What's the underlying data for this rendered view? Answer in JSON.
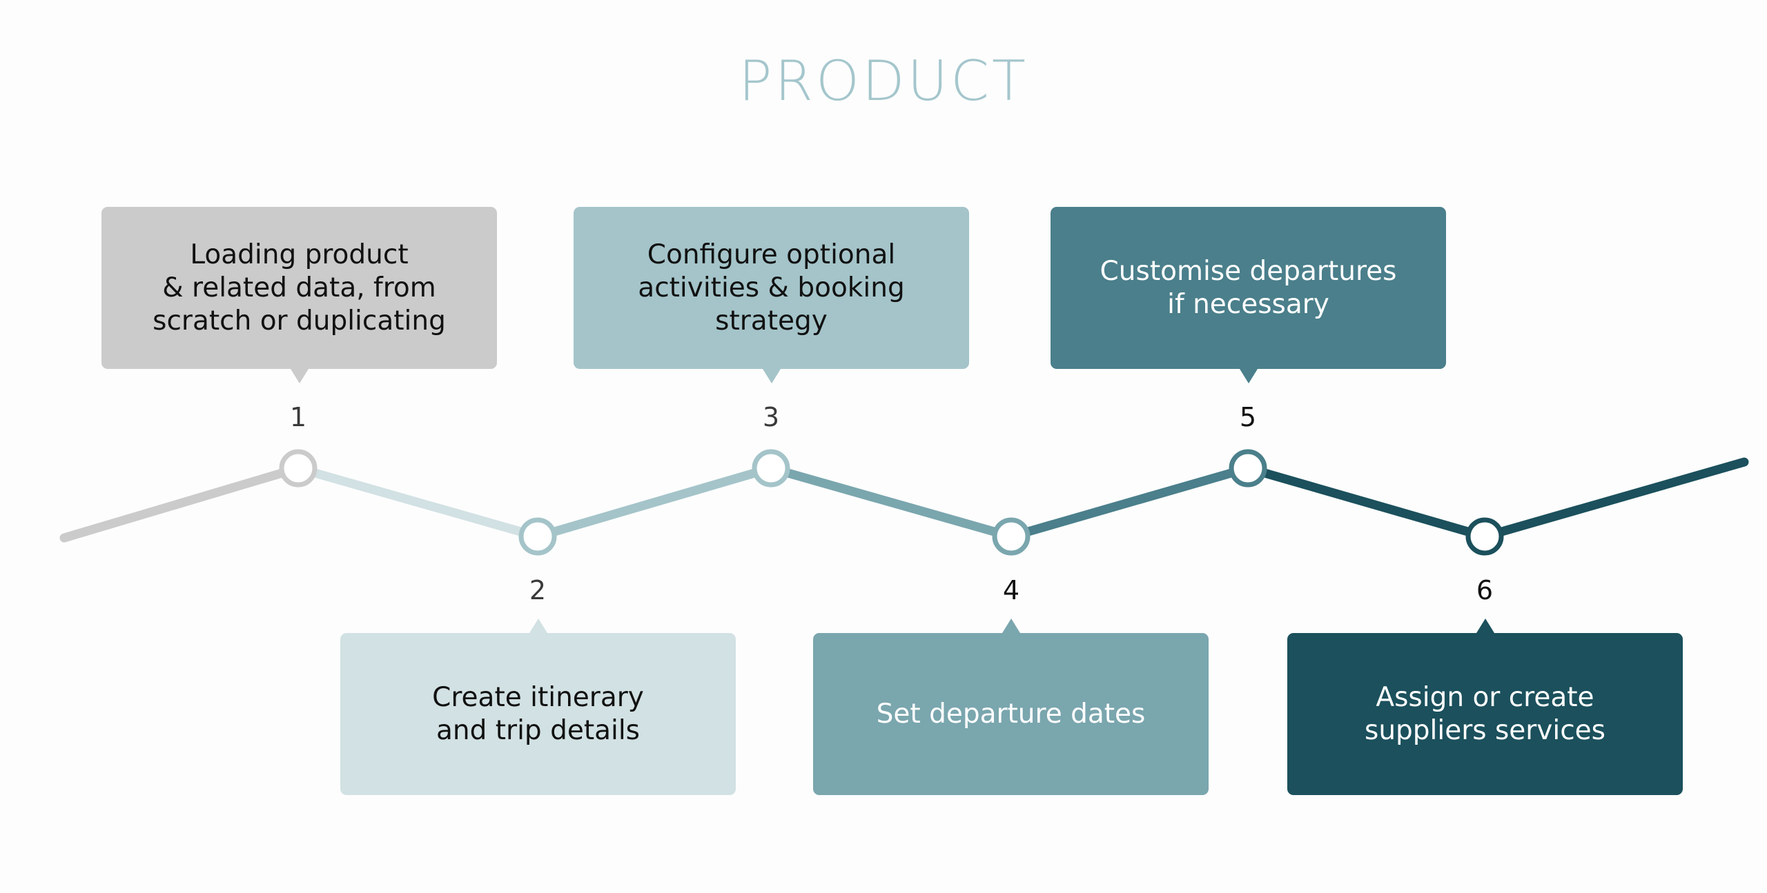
{
  "title": "PRODUCT",
  "colors": {
    "title": "#a4c6cc",
    "background": "#fdfdfd"
  },
  "steps": [
    {
      "number": "1",
      "text": "Loading product\n& related data, from\nscratch or duplicating",
      "position": "top",
      "color": "#cbcbcb",
      "text_color": "#111111",
      "number_color": "#3a3a3a"
    },
    {
      "number": "2",
      "text": "Create itinerary\nand trip details",
      "position": "bottom",
      "color": "#d2e1e3",
      "ring_color": "#a4c4c9",
      "text_color": "#111111",
      "number_color": "#3a3a3a"
    },
    {
      "number": "3",
      "text": "Configure optional\nactivities & booking\nstrategy",
      "position": "top",
      "color": "#a4c4c9",
      "text_color": "#111111",
      "number_color": "#3a3a3a"
    },
    {
      "number": "4",
      "text": "Set departure dates",
      "position": "bottom",
      "color": "#7aa6ae",
      "text_color": "#ffffff",
      "number_color": "#111111"
    },
    {
      "number": "5",
      "text": "Customise departures\nif necessary",
      "position": "top",
      "color": "#4a7f8b",
      "text_color": "#ffffff",
      "number_color": "#111111"
    },
    {
      "number": "6",
      "text": "Assign or create\nsuppliers services",
      "position": "bottom",
      "color": "#1b505c",
      "text_color": "#ffffff",
      "number_color": "#111111"
    }
  ]
}
